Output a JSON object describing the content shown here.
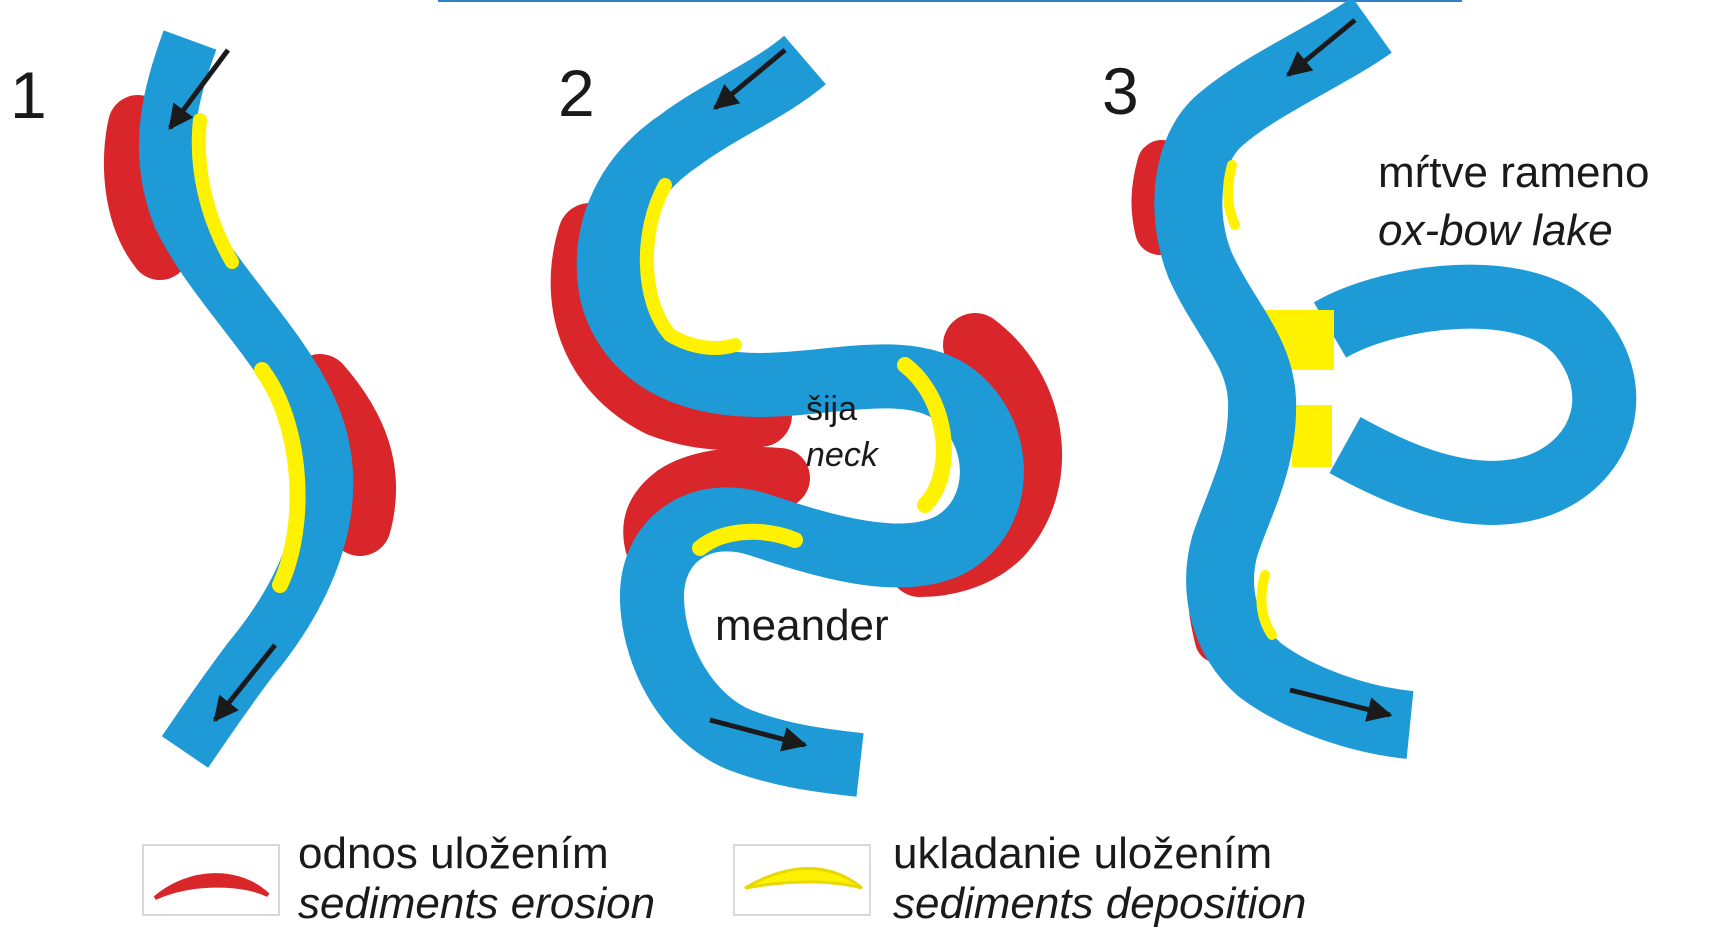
{
  "stages": [
    {
      "number": "1"
    },
    {
      "number": "2",
      "labels": {
        "neck_sk": "šija",
        "neck_en": "neck",
        "meander": "meander"
      }
    },
    {
      "number": "3",
      "labels": {
        "oxbow_sk": "mŕtve rameno",
        "oxbow_en": "ox-bow lake"
      }
    }
  ],
  "legend": {
    "erosion": {
      "sk": "odnos uložením",
      "en": "sediments erosion",
      "color": "#d8262a"
    },
    "deposition": {
      "sk": "ukladanie uložením",
      "en": "sediments deposition",
      "color": "#fff200"
    }
  },
  "colors": {
    "river": "#1e9ad6",
    "arrow": "#1a1a1a"
  }
}
